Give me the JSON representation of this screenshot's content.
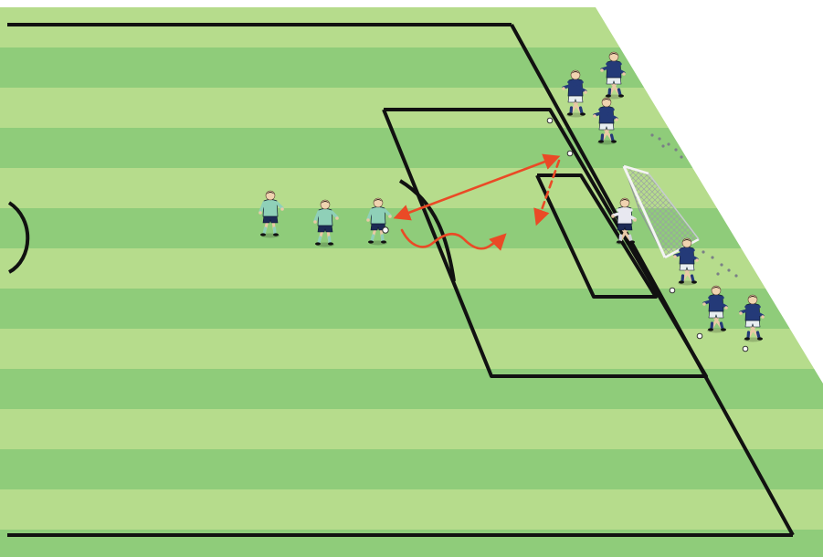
{
  "diagram": {
    "colors": {
      "stripe_light": "#b6dc8c",
      "stripe_dark": "#8fcc7a",
      "line": "#111111",
      "arrow": "#ea4a26",
      "team_green_shirt": "#8fd0b8",
      "team_green_shorts": "#1d2a55",
      "team_navy_shirt": "#243a78",
      "team_navy_shorts": "#e8eef0",
      "goalkeeper_shirt": "#e8e8f0",
      "background": "#ffffff"
    },
    "players": {
      "attackers": [
        {
          "id": "attacker-1",
          "team": "green"
        },
        {
          "id": "attacker-2",
          "team": "green"
        },
        {
          "id": "attacker-3",
          "team": "green",
          "has_ball": true
        }
      ],
      "defenders": [
        {
          "id": "defender-1",
          "team": "navy"
        },
        {
          "id": "defender-2",
          "team": "navy"
        },
        {
          "id": "defender-3",
          "team": "navy"
        },
        {
          "id": "defender-4",
          "team": "navy"
        },
        {
          "id": "defender-5",
          "team": "navy"
        },
        {
          "id": "defender-6",
          "team": "navy"
        }
      ],
      "goalkeeper": {
        "id": "goalkeeper",
        "team": "keeper"
      }
    },
    "moves": [
      {
        "id": "pass-to-attacker",
        "kind": "pass",
        "style": "solid"
      },
      {
        "id": "dribble-run",
        "kind": "dribble",
        "style": "wavy"
      },
      {
        "id": "defender-run",
        "kind": "run",
        "style": "dashed"
      }
    ]
  }
}
